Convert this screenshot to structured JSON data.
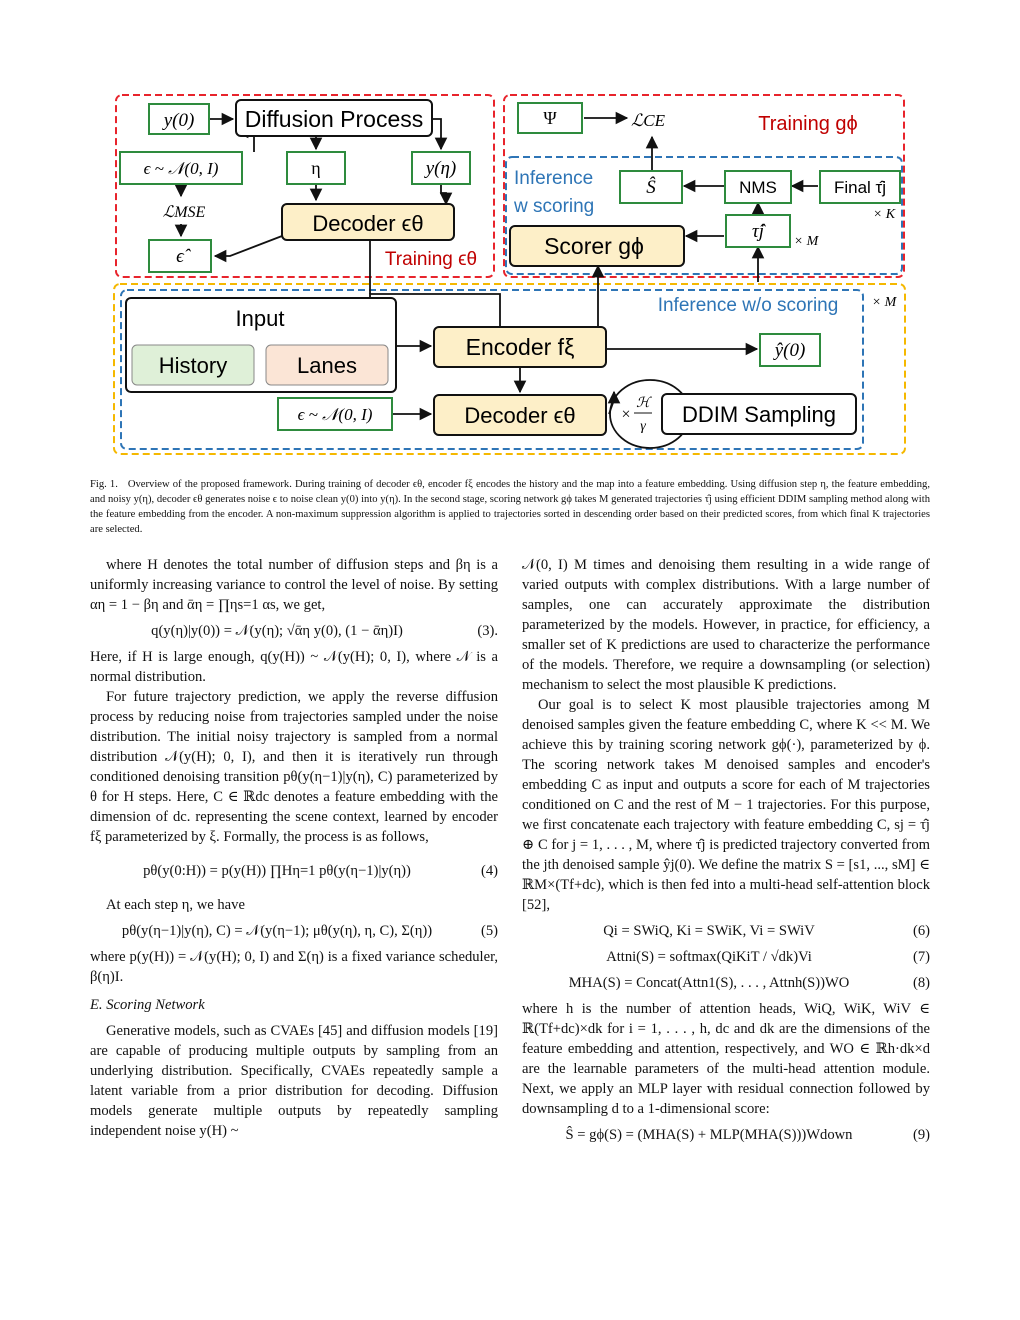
{
  "figure": {
    "training_decoder_box": {
      "y0": "y(0)",
      "diffusion_process": "Diffusion Process",
      "eps_noise": "ϵ ~ 𝒩(0, I)",
      "eta": "η",
      "y_eta": "y(η)",
      "decoder": "Decoder ϵθ",
      "loss_mse": "ℒMSE",
      "eps_hat": "ϵ̂",
      "training_label": "Training ϵθ"
    },
    "training_scorer_box": {
      "psi": "Ψ",
      "loss_ce": "ℒCE",
      "training_label": "Training gϕ"
    },
    "inference_scoring_box": {
      "label_line1": "Inference",
      "label_line2": "w scoring",
      "s_hat": "Ŝ",
      "nms": "NMS",
      "final": "Final τ̂j",
      "times_k": "× K",
      "tau_hat": "τ̂j",
      "times_m": "× M",
      "scorer": "Scorer gϕ"
    },
    "inference_box": {
      "label": "Inference w/o scoring",
      "times_m": "× M",
      "input": "Input",
      "history": "History",
      "lanes": "Lanes",
      "encoder": "Encoder fξ",
      "y_hat": "ŷ(0)",
      "eps_noise": "ϵ ~ 𝒩(0, I)",
      "decoder": "Decoder ϵθ",
      "frac_num": "ℋ",
      "frac_den": "γ",
      "times": "×",
      "ddim": "DDIM Sampling"
    },
    "colors": {
      "red_dash": "#e8242c",
      "yellow_dash": "#f5b800",
      "blue_dash": "#2e75b6",
      "green_box": "#2e8b3e",
      "decoder_fill": "#fdefc8",
      "history_fill": "#dff0d8",
      "lanes_fill": "#fbe5d6",
      "training_text": "#c00000",
      "inference_text": "#2e75b6"
    }
  },
  "caption": {
    "label": "Fig. 1.",
    "text": "Overview of the proposed framework. During training of decoder ϵθ, encoder fξ encodes the history and the map into a feature embedding. Using diffusion step η, the feature embedding, and noisy y(η), decoder ϵθ generates noise ϵ to noise clean y(0) into y(η). In the second stage, scoring network gϕ takes M generated trajectories τ̂j using efficient DDIM sampling method along with the feature embedding from the encoder. A non-maximum suppression algorithm is applied to trajectories sorted in descending order based on their predicted scores, from which final K trajectories are selected."
  },
  "left_column": {
    "p1": "where H denotes the total number of diffusion steps and βη is a uniformly increasing variance to control the level of noise. By setting αη = 1 − βη and ᾱη = ∏ηs=1 αs, we get,",
    "eq3": "q(y(η)|y(0)) = 𝒩(y(η); √ᾱη y(0), (1 − ᾱη)I)",
    "eq3_num": "(3).",
    "p2": "Here, if H is large enough, q(y(H)) ~ 𝒩(y(H); 0, I), where 𝒩 is a normal distribution.",
    "p3": "For future trajectory prediction, we apply the reverse diffusion process by reducing noise from trajectories sampled under the noise distribution. The initial noisy trajectory is sampled from a normal distribution 𝒩(y(H); 0, I), and then it is iteratively run through conditioned denoising transition pθ(y(η−1)|y(η), C) parameterized by θ for H steps. Here, C ∈ ℝdc denotes a feature embedding with the dimension of dc. representing the scene context, learned by encoder fξ parameterized by ξ. Formally, the process is as follows,",
    "eq4": "pθ(y(0:H)) = p(y(H)) ∏Hη=1 pθ(y(η−1)|y(η))",
    "eq4_num": "(4)",
    "p4": "At each step η, we have",
    "eq5": "pθ(y(η−1)|y(η), C) = 𝒩(y(η−1); μθ(y(η), η, C), Σ(η))",
    "eq5_num": "(5)",
    "p5": "where p(y(H)) = 𝒩(y(H); 0, I) and Σ(η) is a fixed variance scheduler, β(η)I.",
    "subhead": "E. Scoring Network",
    "p6": "Generative models, such as CVAEs [45] and diffusion models [19] are capable of producing multiple outputs by sampling from an underlying distribution. Specifically, CVAEs repeatedly sample a latent variable from a prior distribution for decoding. Diffusion models generate multiple outputs by repeatedly sampling independent noise y(H) ~"
  },
  "right_column": {
    "p1": "𝒩(0, I) M times and denoising them resulting in a wide range of varied outputs with complex distributions. With a large number of samples, one can accurately approximate the distribution parameterized by the models. However, in practice, for efficiency, a smaller set of K predictions are used to characterize the performance of the models. Therefore, we require a downsampling (or selection) mechanism to select the most plausible K predictions.",
    "p2": "Our goal is to select K most plausible trajectories among M denoised samples given the feature embedding C, where K << M. We achieve this by training scoring network gϕ(·), parameterized by ϕ. The scoring network takes M denoised samples and encoder's embedding C as input and outputs a score for each of M trajectories conditioned on C and the rest of M − 1 trajectories. For this purpose, we first concatenate each trajectory with feature embedding C, sj = τ̂j ⊕ C for j = 1, . . . , M, where τ̂j is predicted trajectory converted from the jth denoised sample ŷj(0). We define the matrix S = [s1, ..., sM] ∈ ℝM×(Tf+dc), which is then fed into a multi-head self-attention block [52],",
    "eq6": "Qi = SWiQ, Ki = SWiK, Vi = SWiV",
    "eq6_num": "(6)",
    "eq7": "Attni(S) = softmax(QiKiT / √dk)Vi",
    "eq7_num": "(7)",
    "eq8": "MHA(S) = Concat(Attn1(S), . . . , Attnh(S))WO",
    "eq8_num": "(8)",
    "p3": "where h is the number of attention heads, WiQ, WiK, WiV ∈ ℝ(Tf+dc)×dk for i = 1, . . . , h, dc and dk are the dimensions of the feature embedding and attention, respectively, and WO ∈ ℝh·dk×d are the learnable parameters of the multi-head attention module. Next, we apply an MLP layer with residual connection followed by downsampling d to a 1-dimensional score:",
    "eq9": "Ŝ = gϕ(S) = (MHA(S) + MLP(MHA(S)))Wdown",
    "eq9_num": "(9)"
  }
}
